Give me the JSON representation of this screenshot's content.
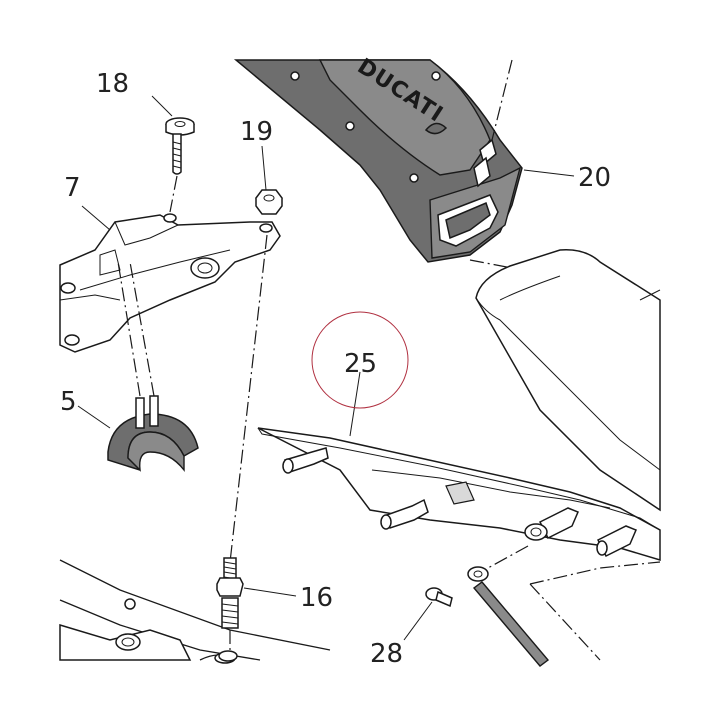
{
  "diagram": {
    "brand_text": "DUCATI",
    "highlight_color": "#b03040",
    "callouts": [
      {
        "id": "c18",
        "number": "18"
      },
      {
        "id": "c19",
        "number": "19"
      },
      {
        "id": "c7",
        "number": "7"
      },
      {
        "id": "c20",
        "number": "20"
      },
      {
        "id": "c25",
        "number": "25",
        "highlighted": true
      },
      {
        "id": "c5",
        "number": "5"
      },
      {
        "id": "c16",
        "number": "16"
      },
      {
        "id": "c28",
        "number": "28"
      }
    ]
  }
}
